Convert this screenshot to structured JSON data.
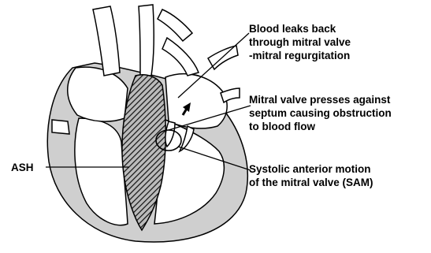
{
  "labels": {
    "regurg_line1": "Blood leaks back",
    "regurg_line2": "through mitral valve",
    "regurg_line3": "-mitral regurgitation",
    "obstruct_line1": "Mitral valve presses against",
    "obstruct_line2": "septum causing obstruction",
    "obstruct_line3": "to blood flow",
    "sam_line1": "Systolic anterior motion",
    "sam_line2": "of the mitral valve (SAM)",
    "ash": "ASH"
  },
  "colors": {
    "muscle": "#cfcfcf",
    "outline": "#000000",
    "hatch": "#1a1a1a",
    "background": "#ffffff"
  }
}
